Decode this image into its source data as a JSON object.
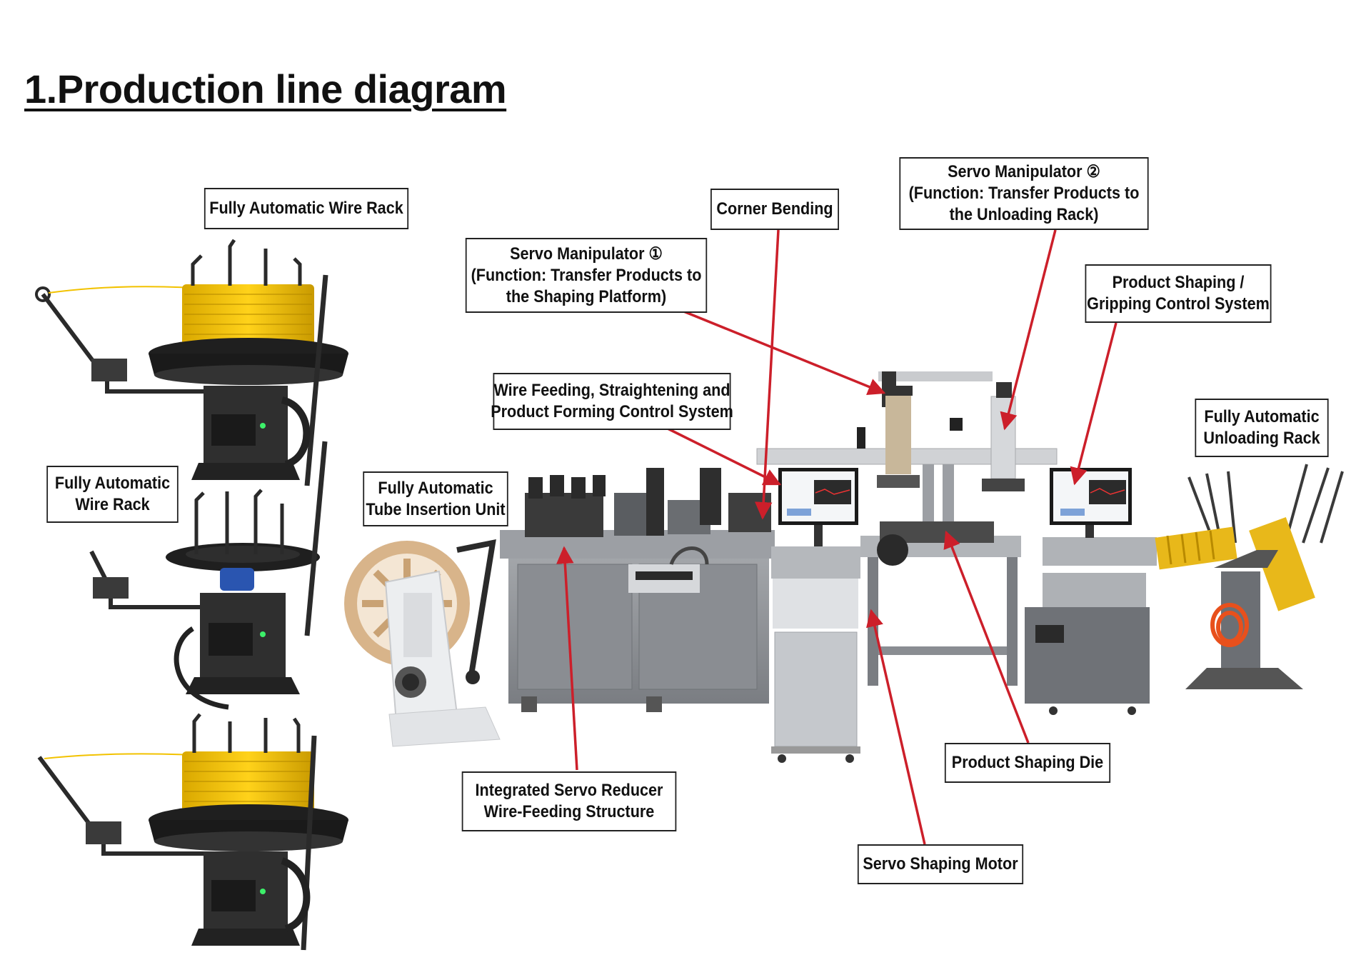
{
  "title": "1.Production line diagram",
  "callouts": {
    "wire_rack_top": [
      "Fully Automatic Wire Rack"
    ],
    "wire_rack_mid": [
      "Fully Automatic",
      "Wire Rack"
    ],
    "tube_insertion": [
      "Fully Automatic",
      "Tube Insertion Unit"
    ],
    "servo_manip_1": [
      "Servo Manipulator ①",
      "(Function: Transfer Products to",
      "the Shaping Platform)"
    ],
    "corner_bending": [
      "Corner Bending"
    ],
    "servo_manip_2": [
      "Servo Manipulator ②",
      "(Function: Transfer Products to",
      "the Unloading Rack)"
    ],
    "shaping_control": [
      "Product Shaping /",
      "Gripping Control System"
    ],
    "wire_feeding": [
      "Wire Feeding, Straightening and",
      "Product Forming Control System"
    ],
    "unloading_rack": [
      "Fully Automatic",
      "Unloading Rack"
    ],
    "servo_reducer": [
      "Integrated Servo Reducer",
      "Wire-Feeding Structure"
    ],
    "shaping_die": [
      "Product Shaping Die"
    ],
    "shaping_motor": [
      "Servo Shaping Motor"
    ]
  },
  "colors": {
    "arrow": "#cc1f2a",
    "wire_coil": "#f2c200",
    "machine_steel": "#8e9196",
    "machine_dark": "#2a2a2a",
    "tube_roll": "#d8b48a",
    "gripper_yellow": "#e8b81a",
    "hose_orange": "#e8501c"
  }
}
